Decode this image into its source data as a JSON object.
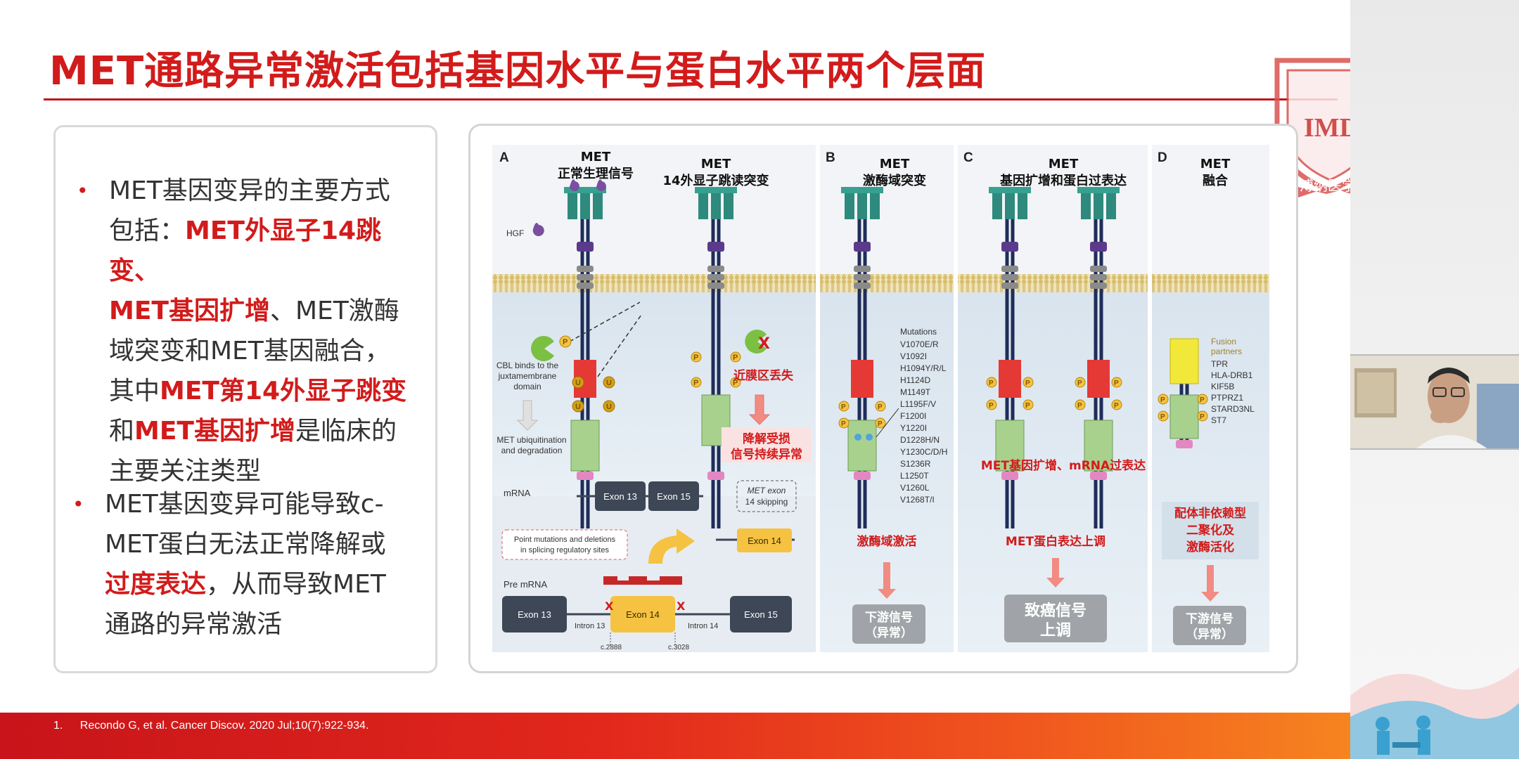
{
  "slide": {
    "title": "MET通路异常激活包括基因水平与蛋白水平两个层面",
    "bullet1": {
      "l1": "MET基因变异的主要方式",
      "l2a": "包括：",
      "l2b": "MET外显子14跳变、",
      "l3a": "MET基因扩增",
      "l3b": "、MET激酶",
      "l4": "域突变和MET基因融合，",
      "l5a": "其中",
      "l5b": "MET第14外显子跳变",
      "l6a": "和",
      "l6b": "MET基因扩增",
      "l6c": "是临床的",
      "l7": "主要关注类型"
    },
    "bullet2": {
      "l1": "MET基因变异可能导致c-",
      "l2": "MET蛋白无法正常降解或",
      "l3a": "过度表达",
      "l3b": "，从而导致MET",
      "l4": "通路的异常激活"
    },
    "citation_num": "1.",
    "citation": "Recondo G, et al. Cancer Discov. 2020 Jul;10(7):922-934.",
    "logo_text": "IMD",
    "logo_sub": "溥纳医学"
  },
  "figure": {
    "panel_a": {
      "letter": "A",
      "col1_title1": "MET",
      "col1_title2": "正常生理信号",
      "col2_title1": "MET",
      "col2_title2": "14外显子跳读突变",
      "hgf": "HGF",
      "cbl1": "CBL binds to the",
      "cbl2": "juxtamembrane",
      "cbl3": "domain",
      "ubq1": "MET ubiquitination",
      "ubq2": "and degradation",
      "loss": "近膜区丢失",
      "impair1": "降解受损",
      "impair2": "信号持续异常",
      "mrna": "mRNA",
      "exon13": "Exon 13",
      "exon15": "Exon 15",
      "skip1": "MET exon",
      "skip2": "14 skipping",
      "point1": "Point mutations and deletions",
      "point2": "in splicing regulatory sites",
      "exon14": "Exon 14",
      "pre_mrna": "Pre mRNA",
      "intron13": "Intron 13",
      "intron14": "Intron 14",
      "c2888": "c.2888",
      "c3028": "c.3028",
      "p": "P",
      "u": "U",
      "x": "X"
    },
    "panel_b": {
      "letter": "B",
      "title1": "MET",
      "title2": "激酶域突变",
      "mutations_label": "Mutations",
      "mutations": [
        "V1070E/R",
        "V1092I",
        "H1094Y/R/L",
        "H1124D",
        "M1149T",
        "L1195F/V",
        "F1200I",
        "Y1220I",
        "D1228H/N",
        "Y1230C/D/H",
        "S1236R",
        "L1250T",
        "V1260L",
        "V1268T/I"
      ],
      "effect": "激酶域激活",
      "out1": "下游信号",
      "out2": "（异常）"
    },
    "panel_c": {
      "letter": "C",
      "title1": "MET",
      "title2": "基因扩增和蛋白过表达",
      "note": "MET基因扩增、mRNA过表达",
      "effect": "MET蛋白表达上调",
      "out1": "致癌信号",
      "out2": "上调"
    },
    "panel_d": {
      "letter": "D",
      "title1": "MET",
      "title2": "融合",
      "fusion_label1": "Fusion",
      "fusion_label2": "partners",
      "partners": [
        "TPR",
        "HLA-DRB1",
        "KIF5B",
        "PTPRZ1",
        "STARD3NL",
        "ST7"
      ],
      "effect1": "配体非依赖型",
      "effect2": "二聚化及",
      "effect3": "激酶活化",
      "out1": "下游信号",
      "out2": "（异常）"
    }
  },
  "colors": {
    "accent_red": "#d21b1b",
    "receptor_teal": "#2e8a7d",
    "kinase_green": "#a9d18e",
    "jm_red": "#e53935",
    "membrane": "#d8c27a",
    "exon_dark": "#3d4756",
    "exon14_yellow": "#f5c242"
  }
}
